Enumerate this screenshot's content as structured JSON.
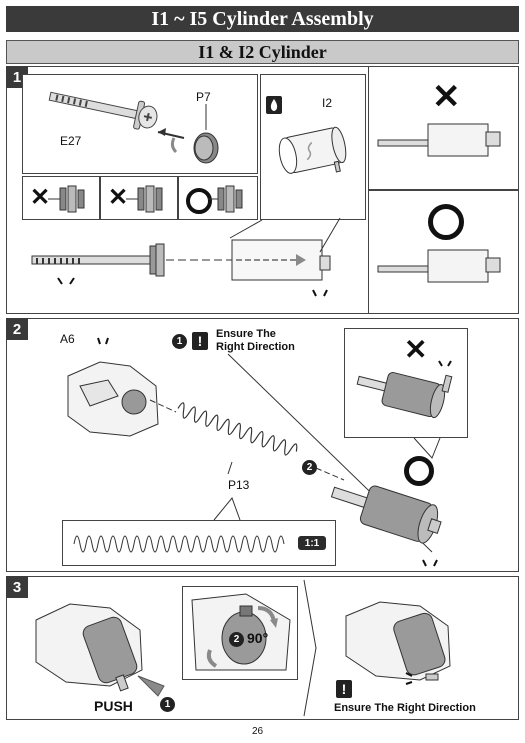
{
  "page": {
    "title": "I1 ~ I5 Cylinder Assembly",
    "subtitle": "I1 & I2 Cylinder",
    "page_number": "26"
  },
  "step1": {
    "number": "1",
    "part_e27": "E27",
    "part_p7": "P7",
    "part_i2": "I2"
  },
  "step2": {
    "number": "2",
    "part_a6": "A6",
    "part_p13": "P13",
    "bubble_1": "1",
    "bubble_2": "2",
    "exclaim": "!",
    "ensure_line1": "Ensure The",
    "ensure_line2": "Right Direction",
    "scale": "1:1"
  },
  "step3": {
    "number": "3",
    "push_label": "PUSH",
    "bubble_1": "1",
    "bubble_2": "2",
    "angle": "90°",
    "exclaim": "!",
    "ensure": "Ensure The Right Direction"
  },
  "marks": {
    "wrong": "✕",
    "right": "O"
  },
  "colors": {
    "banner": "#3a3a3a",
    "subbanner": "#c9c9c9",
    "part_gray": "#9a9a9a",
    "arrow_gray": "#8a8a8a"
  }
}
